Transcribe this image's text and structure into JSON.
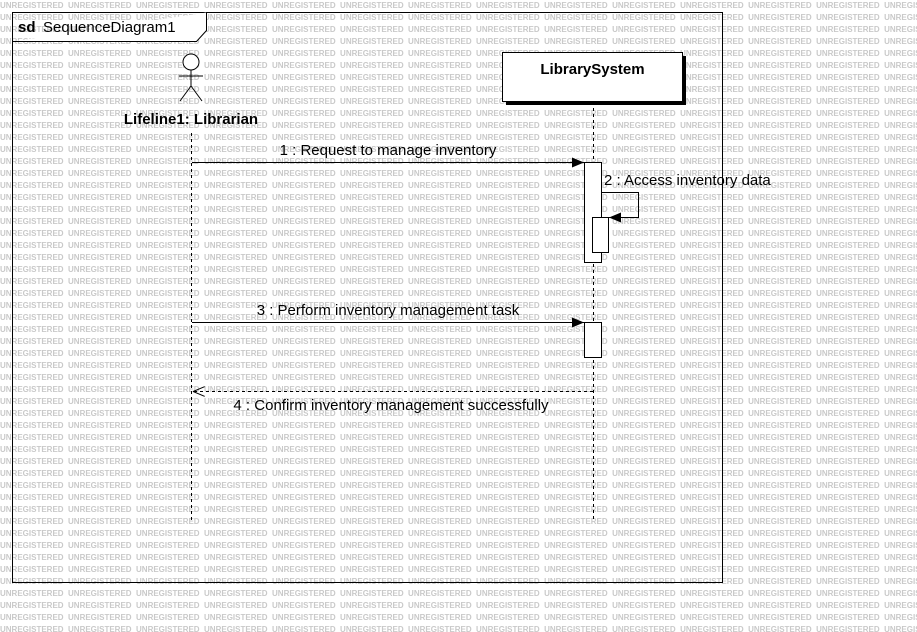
{
  "watermark": "UNREGISTERED",
  "frame": {
    "keyword": "sd",
    "name": "SequenceDiagram1"
  },
  "lifelines": [
    {
      "id": "librarian",
      "label": "Lifeline1: Librarian",
      "kind": "actor"
    },
    {
      "id": "library_system",
      "label": "LibrarySystem",
      "kind": "object"
    }
  ],
  "messages": [
    {
      "label": "1 : Request to manage inventory",
      "kind": "sync",
      "from": "librarian",
      "to": "library_system"
    },
    {
      "label": "2 : Access inventory data",
      "kind": "self",
      "from": "library_system",
      "to": "library_system"
    },
    {
      "label": "3 : Perform inventory management task",
      "kind": "sync",
      "from": "librarian",
      "to": "library_system"
    },
    {
      "label": "4 : Confirm inventory management successfully",
      "kind": "reply",
      "from": "library_system",
      "to": "librarian"
    }
  ]
}
